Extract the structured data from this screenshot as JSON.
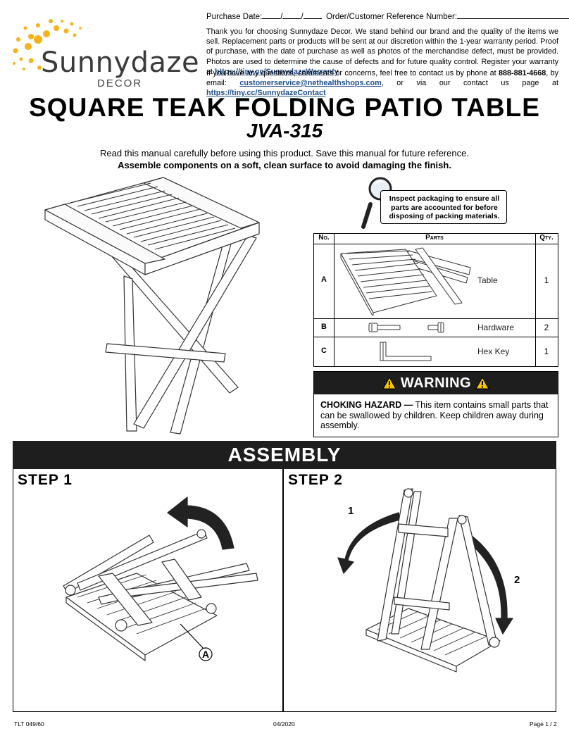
{
  "brand": {
    "name": "Sunnydaze",
    "sub": "DECOR"
  },
  "header": {
    "purchase_date_label": "Purchase Date:",
    "order_label": "Order/Customer Reference Number:",
    "intro": "Thank you for choosing Sunnydaze Decor. We stand behind our brand and the quality of the items we sell. Replacement parts or products will be sent at our discretion within the 1-year warranty period. Proof of purchase, with the date of purchase as well as photos of the merchandise defect, must be provided. Photos are used to determine the cause of defects and for future quality control. Register your warranty at",
    "warranty_link": "https://tiny.cc/SunnydazeWarranty",
    "contact_prefix": "If you have any questions, comments or concerns, feel free to contact us by phone at",
    "phone": "888-881-4668",
    "contact_mid1": ", by email:",
    "email": "customerservice@nethealthshops.com",
    "contact_mid2": ", or via our contact us page at",
    "contact_link": "https://tiny.cc/SunnydazeContact"
  },
  "title": "SQUARE TEAK FOLDING PATIO TABLE",
  "model": "JVA-315",
  "instructions": {
    "read": "Read this manual carefully before using this product. Save this manual for future reference.",
    "assemble": "Assemble components on a soft, clean surface to avoid damaging the finish."
  },
  "inspect": "Inspect packaging to ensure all parts are accounted for before disposing of packing materials.",
  "parts_table": {
    "headers": {
      "no": "No.",
      "parts": "Parts",
      "qty": "Qty."
    },
    "rows": [
      {
        "letter": "A",
        "name": "Table",
        "qty": "1"
      },
      {
        "letter": "B",
        "name": "Hardware",
        "qty": "2"
      },
      {
        "letter": "C",
        "name": "Hex Key",
        "qty": "1"
      }
    ]
  },
  "warning": {
    "title": "WARNING",
    "hazard": "CHOKING HAZARD —",
    "text": " This item contains small parts that can be swallowed by children. Keep children away during assembly."
  },
  "assembly": {
    "title": "ASSEMBLY",
    "step1": {
      "label": "STEP 1",
      "callout": "A"
    },
    "step2": {
      "label": "STEP 2",
      "arrow1": "1",
      "arrow2": "2"
    }
  },
  "footer": {
    "left": "TLT 049/60",
    "center": "04/2020",
    "right": "Page 1 / 2"
  },
  "colors": {
    "link": "#1f4e8c",
    "sun": "#f5b21b",
    "bar": "#1e1e1e",
    "warning_yellow": "#f7c600"
  }
}
